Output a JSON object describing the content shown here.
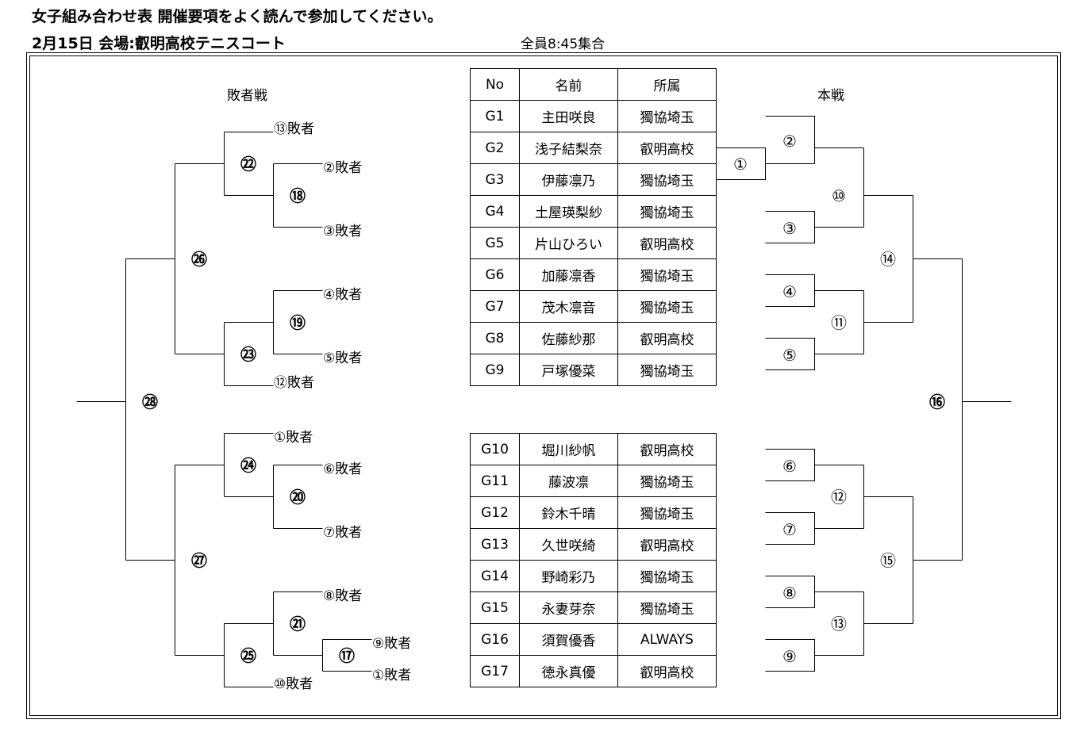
{
  "header": {
    "title": "女子組み合わせ表 開催要項をよく読んで参加してください。",
    "date_venue": "2月15日 会場:叡明高校テニスコート",
    "meeting": "全員8:45集合"
  },
  "consolation": {
    "label": "敗者戦"
  },
  "main_draw": {
    "label": "本戦"
  },
  "table": {
    "headers": [
      "No",
      "名前",
      "所属"
    ],
    "group1": [
      {
        "no": "G1",
        "name": "主田咲良",
        "team": "獨協埼玉"
      },
      {
        "no": "G2",
        "name": "浅子結梨奈",
        "team": "叡明高校"
      },
      {
        "no": "G3",
        "name": "伊藤凛乃",
        "team": "獨協埼玉"
      },
      {
        "no": "G4",
        "name": "土屋瑛梨紗",
        "team": "獨協埼玉"
      },
      {
        "no": "G5",
        "name": "片山ひろい",
        "team": "叡明高校"
      },
      {
        "no": "G6",
        "name": "加藤凛香",
        "team": "獨協埼玉"
      },
      {
        "no": "G7",
        "name": "茂木凛音",
        "team": "獨協埼玉"
      },
      {
        "no": "G8",
        "name": "佐藤紗那",
        "team": "叡明高校"
      },
      {
        "no": "G9",
        "name": "戸塚優菜",
        "team": "獨協埼玉"
      }
    ],
    "group2": [
      {
        "no": "G10",
        "name": "堀川紗帆",
        "team": "叡明高校"
      },
      {
        "no": "G11",
        "name": "藤波凛",
        "team": "獨協埼玉"
      },
      {
        "no": "G12",
        "name": "鈴木千晴",
        "team": "獨協埼玉"
      },
      {
        "no": "G13",
        "name": "久世咲綺",
        "team": "叡明高校"
      },
      {
        "no": "G14",
        "name": "野崎彩乃",
        "team": "獨協埼玉"
      },
      {
        "no": "G15",
        "name": "永妻芽奈",
        "team": "獨協埼玉"
      },
      {
        "no": "G16",
        "name": "須賀優香",
        "team": "ALWAYS"
      },
      {
        "no": "G17",
        "name": "徳永真優",
        "team": "叡明高校"
      }
    ]
  },
  "loser_labels": {
    "l13": "⑬敗者",
    "l2": "②敗者",
    "l3": "③敗者",
    "l4": "④敗者",
    "l5": "⑤敗者",
    "l12": "⑫敗者",
    "l1a": "①敗者",
    "l6": "⑥敗者",
    "l7": "⑦敗者",
    "l8": "⑧敗者",
    "l9": "⑨敗者",
    "l1b": "①敗者",
    "l10": "⑩敗者"
  },
  "match_numbers": {
    "m1": "①",
    "m2": "②",
    "m3": "③",
    "m4": "④",
    "m5": "⑤",
    "m6": "⑥",
    "m7": "⑦",
    "m8": "⑧",
    "m9": "⑨",
    "m10": "⑩",
    "m11": "⑪",
    "m12": "⑫",
    "m13": "⑬",
    "m14": "⑭",
    "m15": "⑮",
    "m16": "⑯",
    "m17": "⑰",
    "m18": "⑱",
    "m19": "⑲",
    "m20": "⑳",
    "m21": "㉑",
    "m22": "㉒",
    "m23": "㉓",
    "m24": "㉔",
    "m25": "㉕",
    "m26": "㉖",
    "m27": "㉗",
    "m28": "㉘"
  }
}
